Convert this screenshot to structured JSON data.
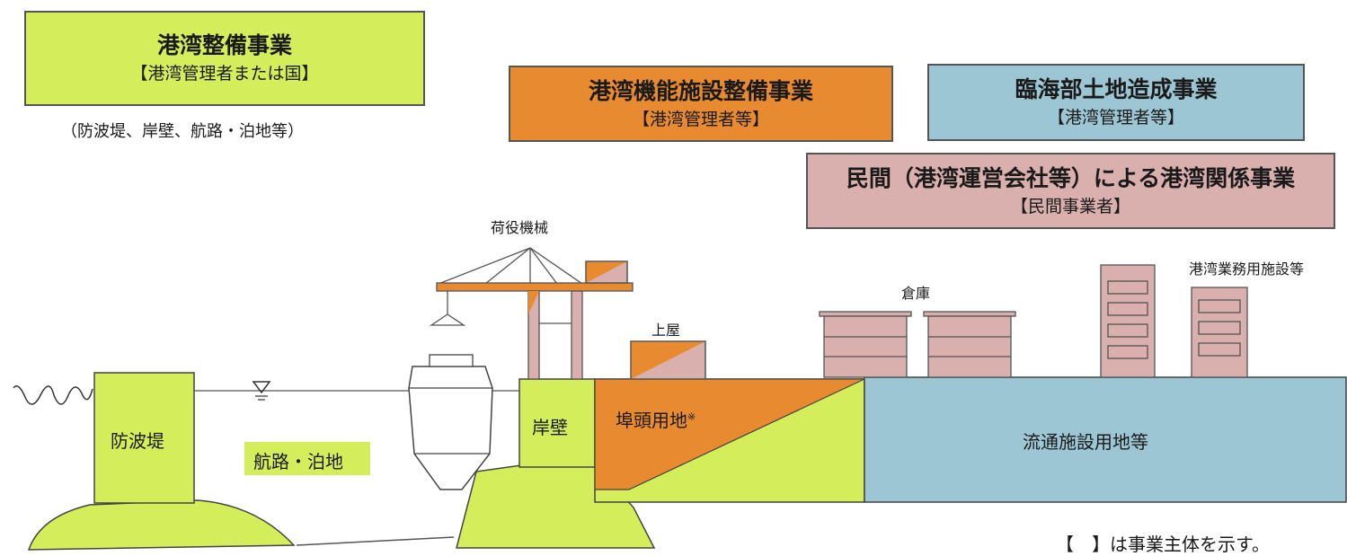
{
  "boxes": {
    "port_development": {
      "title": "港湾整備事業",
      "subtitle": "【港湾管理者または国】",
      "note": "（防波堤、岸壁、航路・泊地等）"
    },
    "port_function": {
      "title": "港湾機能施設整備事業",
      "subtitle": "【港湾管理者等】"
    },
    "coastal_land": {
      "title": "臨海部土地造成事業",
      "subtitle": "【港湾管理者等】"
    },
    "private": {
      "title": "民間（港湾運営会社等）による港湾関係事業",
      "subtitle": "【民間事業者】"
    }
  },
  "labels": {
    "cargo_machinery": "荷役機械",
    "shed": "上屋",
    "warehouse": "倉庫",
    "port_office": "港湾業務用施設等",
    "breakwater": "防波堤",
    "channel": "航路・泊地",
    "quay": "岸壁",
    "wharf_land": "埠頭用地",
    "wharf_mark": "※",
    "distribution": "流通施設用地等",
    "legend": "【　】は事業主体を示す。"
  },
  "colors": {
    "port_development": "#d4ed5a",
    "port_function": "#e88a2f",
    "coastal_land": "#9cc6d3",
    "private": "#d9b0ad"
  }
}
